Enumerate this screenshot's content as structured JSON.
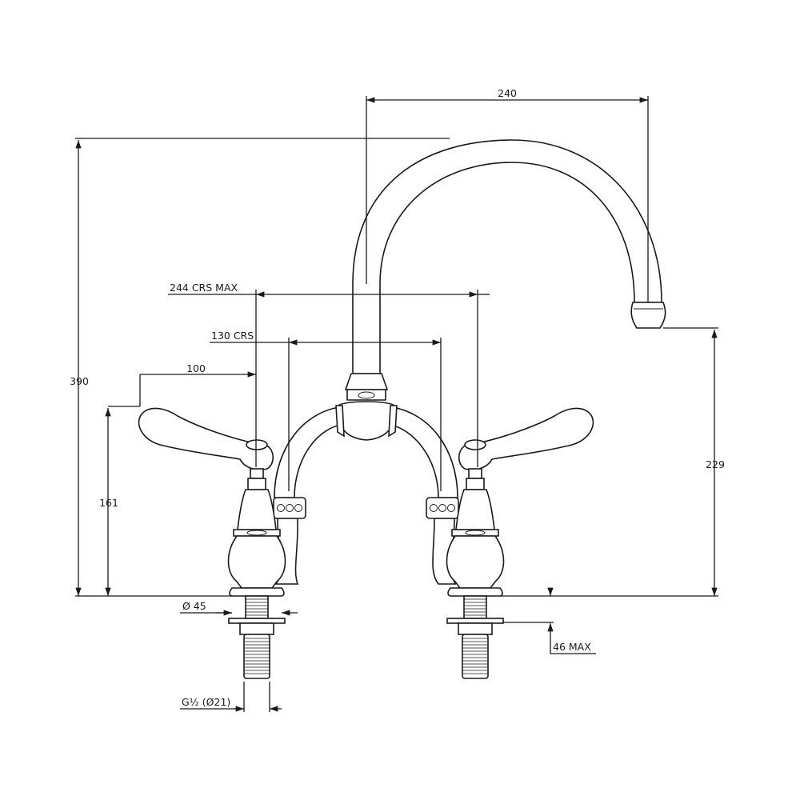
{
  "dimensions": {
    "spout_reach": "240",
    "overall_height": "390",
    "centres_max": "244 CRS MAX",
    "centres": "130 CRS",
    "handle_offset": "100",
    "handle_height": "161",
    "spout_height": "229",
    "base_diameter": "Ø 45",
    "thread_size": "G½ (Ø21)",
    "deck_thickness": "46 MAX"
  }
}
